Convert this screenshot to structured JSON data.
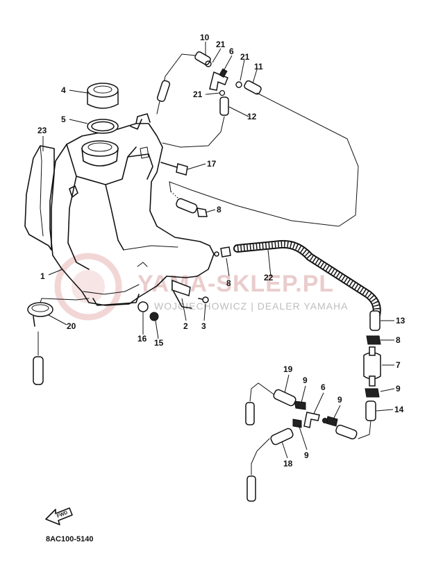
{
  "watermark": {
    "main": "YAMA-SKLEP.PL",
    "sub": "WOJCIECHOWICZ | DEALER YAMAHA"
  },
  "diagram_code": "8AC100-5140",
  "fwd_label": "FWD",
  "callouts": [
    {
      "id": "c1",
      "text": "1"
    },
    {
      "id": "c2",
      "text": "2"
    },
    {
      "id": "c3",
      "text": "3"
    },
    {
      "id": "c4",
      "text": "4"
    },
    {
      "id": "c5",
      "text": "5"
    },
    {
      "id": "c6a",
      "text": "6"
    },
    {
      "id": "c6b",
      "text": "6"
    },
    {
      "id": "c7",
      "text": "7"
    },
    {
      "id": "c8a",
      "text": "8"
    },
    {
      "id": "c8b",
      "text": "8"
    },
    {
      "id": "c8c",
      "text": "8"
    },
    {
      "id": "c9a",
      "text": "9"
    },
    {
      "id": "c9b",
      "text": "9"
    },
    {
      "id": "c9c",
      "text": "9"
    },
    {
      "id": "c9d",
      "text": "9"
    },
    {
      "id": "c10",
      "text": "10"
    },
    {
      "id": "c11",
      "text": "11"
    },
    {
      "id": "c12",
      "text": "12"
    },
    {
      "id": "c13",
      "text": "13"
    },
    {
      "id": "c14",
      "text": "14"
    },
    {
      "id": "c15",
      "text": "15"
    },
    {
      "id": "c16",
      "text": "16"
    },
    {
      "id": "c17",
      "text": "17"
    },
    {
      "id": "c18",
      "text": "18"
    },
    {
      "id": "c19",
      "text": "19"
    },
    {
      "id": "c20",
      "text": "20"
    },
    {
      "id": "c21a",
      "text": "21"
    },
    {
      "id": "c21b",
      "text": "21"
    },
    {
      "id": "c21c",
      "text": "21"
    },
    {
      "id": "c22",
      "text": "22"
    },
    {
      "id": "c23",
      "text": "23"
    }
  ]
}
